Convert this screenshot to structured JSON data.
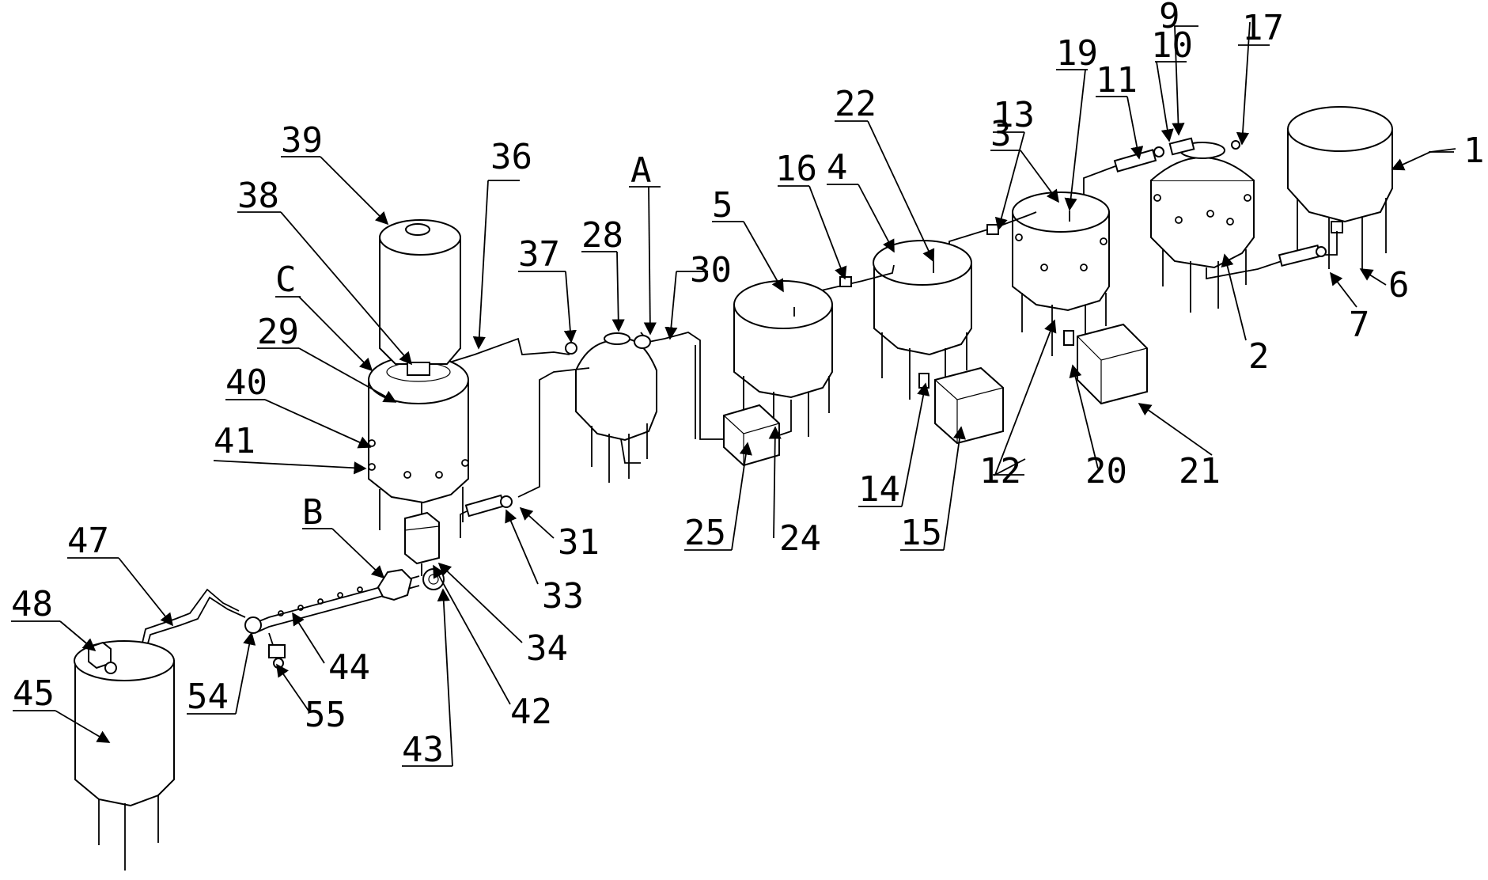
{
  "figure": {
    "labels": {
      "l1": "1",
      "l2": "2",
      "l3": "3",
      "l4": "4",
      "l5": "5",
      "l6": "6",
      "l7": "7",
      "l9": "9",
      "l10": "10",
      "l11": "11",
      "l12": "12",
      "l13": "13",
      "l14": "14",
      "l15": "15",
      "l16": "16",
      "l17": "17",
      "l19": "19",
      "l20": "20",
      "l21": "21",
      "l22": "22",
      "l24": "24",
      "l25": "25",
      "l28": "28",
      "l29": "29",
      "l30": "30",
      "l31": "31",
      "l33": "33",
      "l34": "34",
      "l36": "36",
      "l37": "37",
      "l38": "38",
      "l39": "39",
      "l40": "40",
      "l41": "41",
      "l42": "42",
      "l43": "43",
      "l44": "44",
      "l45": "45",
      "l47": "47",
      "l48": "48",
      "l54": "54",
      "l55": "55",
      "lA": "A",
      "lB": "B",
      "lC": "C"
    }
  }
}
